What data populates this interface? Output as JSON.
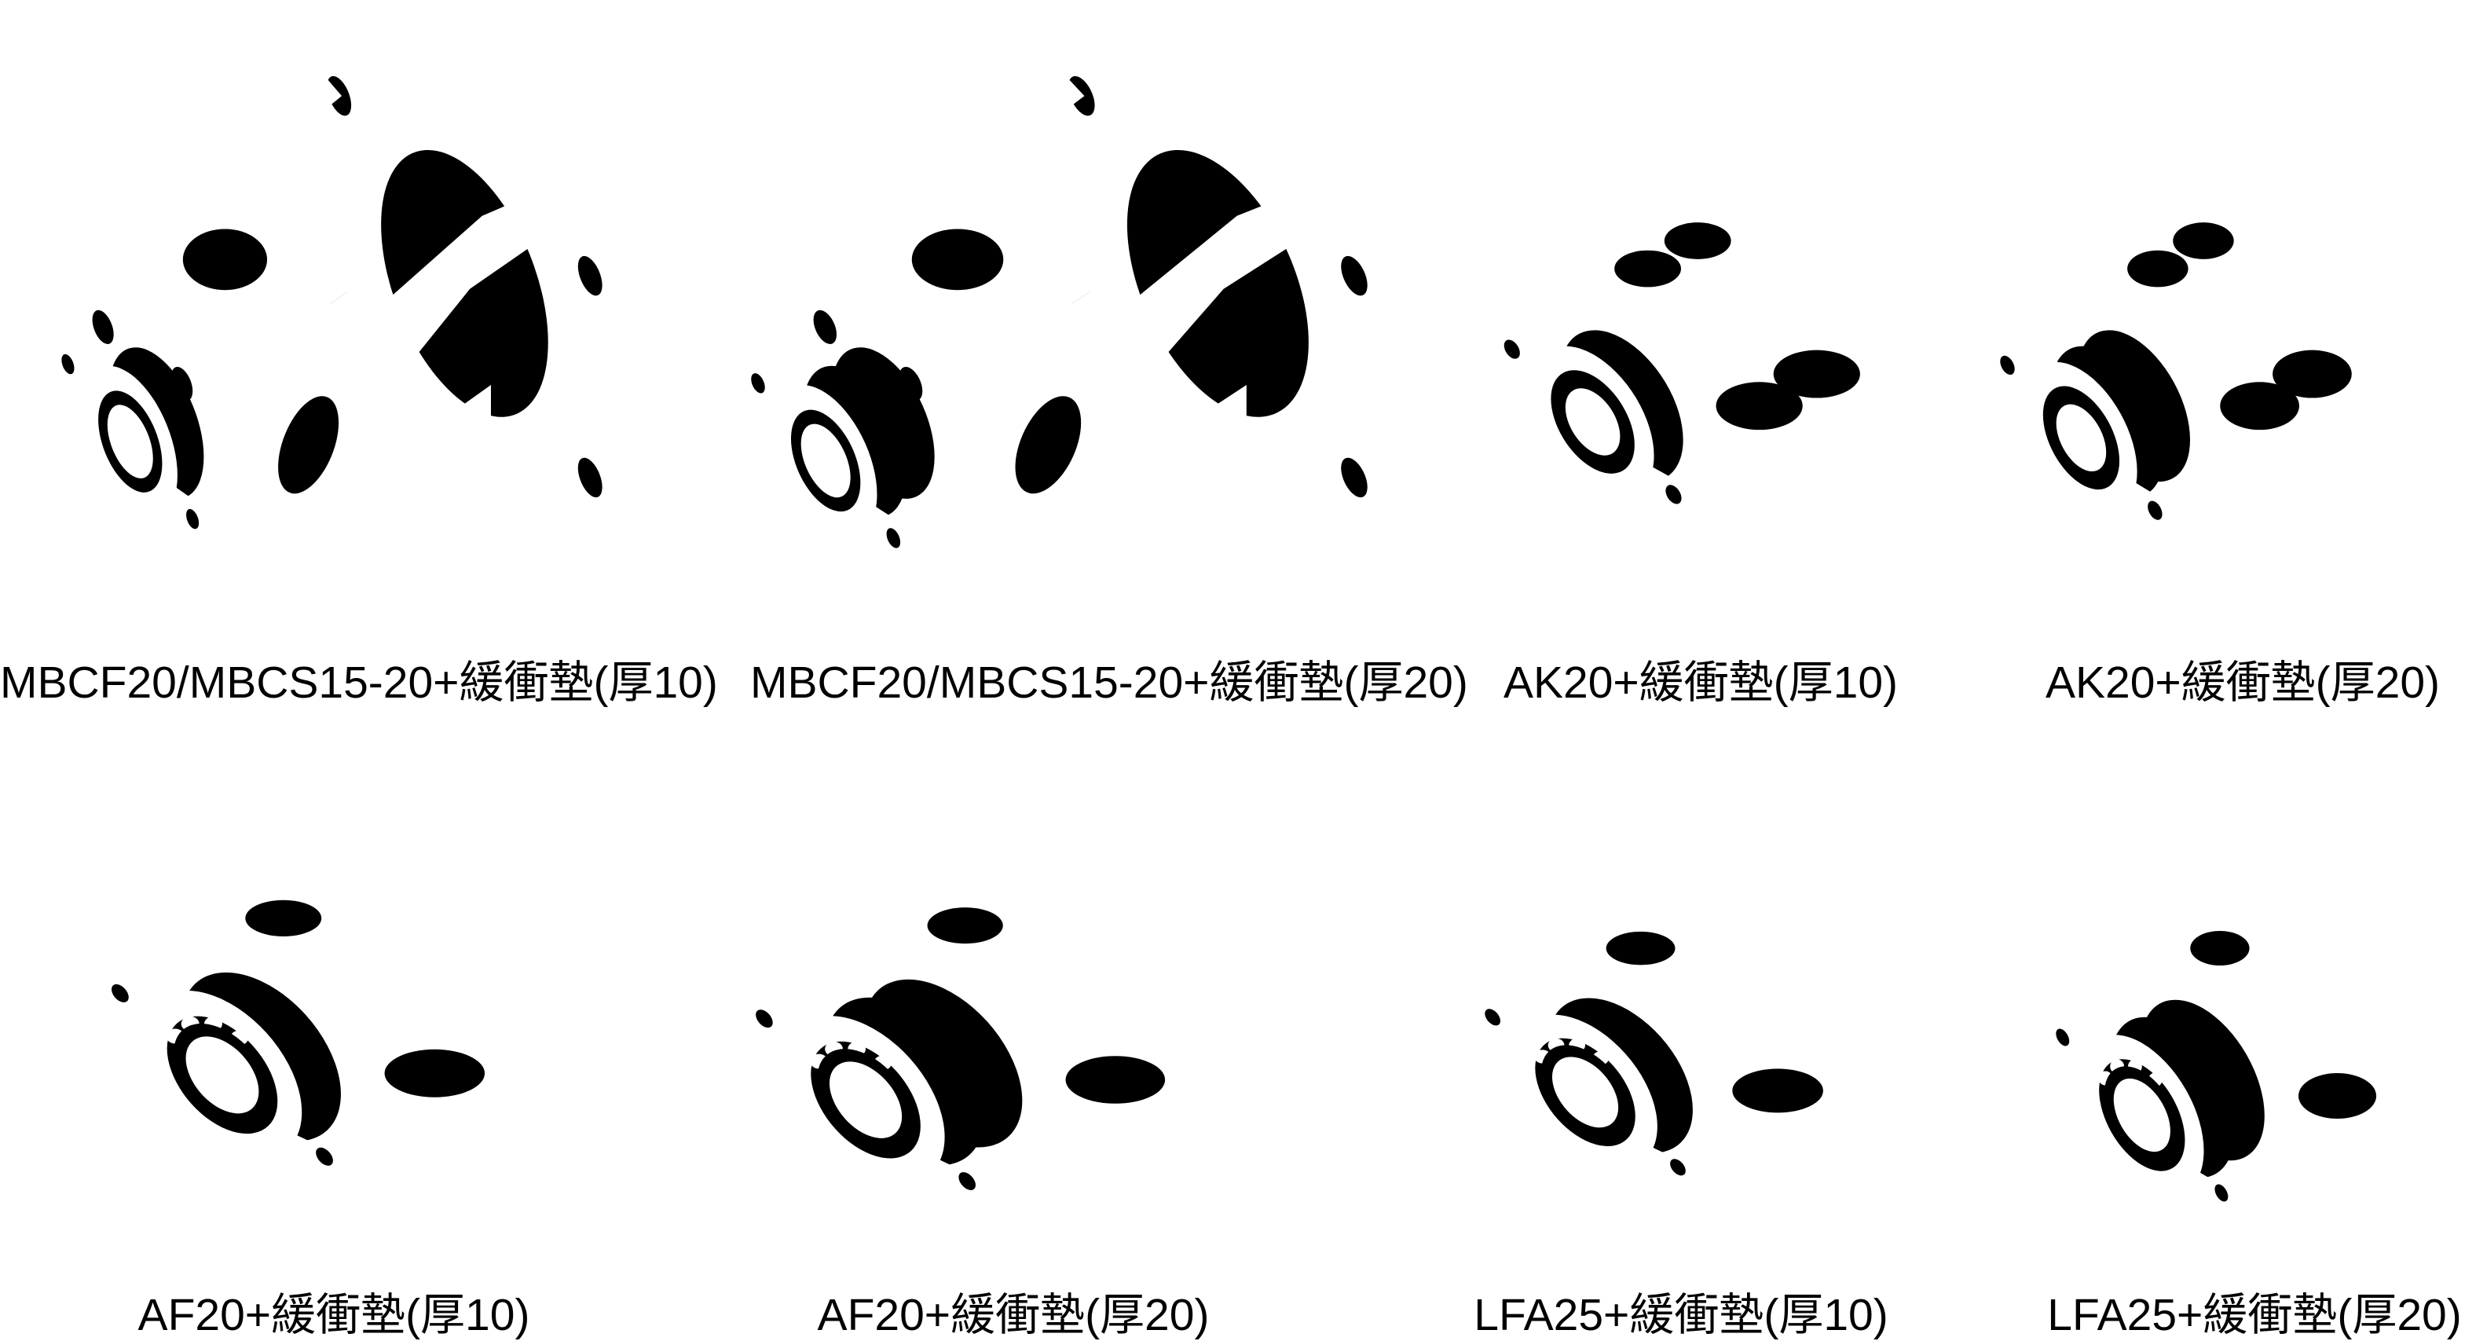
{
  "page": {
    "background_color": "#ffffff",
    "line_color": "#000000",
    "description_rows": 2,
    "description_cols": 4
  },
  "figures": [
    {
      "label": "MBCF20/MBCS15-20+緩衝墊(厚10)",
      "drawing": "mbcf-flange-bracket-with-thin-buffer-pad"
    },
    {
      "label": "MBCF20/MBCS15-20+緩衝墊(厚20)",
      "drawing": "mbcf-flange-bracket-with-thick-buffer-pad"
    },
    {
      "label": "AK20+緩衝墊(厚10)",
      "drawing": "ak-support-block-with-thin-buffer-pad"
    },
    {
      "label": "AK20+緩衝墊(厚20)",
      "drawing": "ak-support-block-with-thick-buffer-pad"
    },
    {
      "label": "AF20+緩衝墊(厚10)",
      "drawing": "af-support-block-with-thin-buffer-pad"
    },
    {
      "label": "AF20+緩衝墊(厚20)",
      "drawing": "af-support-block-with-thick-buffer-pad"
    },
    {
      "label": "LFA25+緩衝墊(厚10)",
      "drawing": "lfa-support-block-with-thin-buffer-pad"
    },
    {
      "label": "LFA25+緩衝墊(厚20)",
      "drawing": "lfa-support-block-with-thick-buffer-pad"
    }
  ]
}
